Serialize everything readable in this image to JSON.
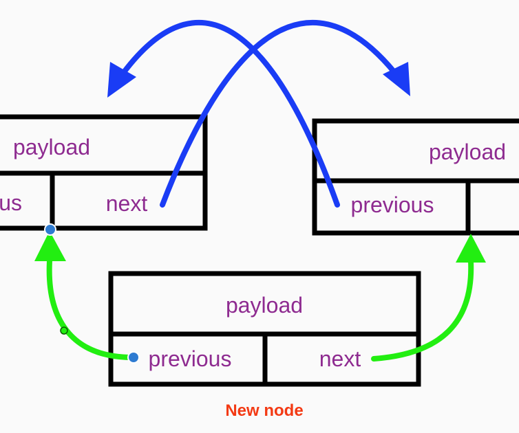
{
  "left_node": {
    "payload": "payload",
    "previous": "us",
    "next": "next"
  },
  "right_node": {
    "payload": "payload",
    "previous": "previous"
  },
  "new_node": {
    "payload": "payload",
    "previous": "previous",
    "next": "next",
    "caption": "New node"
  },
  "colors": {
    "label": "#8e2b90",
    "box": "#000000",
    "relink_arrow": "#1a3cf5",
    "new_link_arrow": "#22ee11",
    "point": "#2e7bd1",
    "caption": "#f33a14",
    "background": "#fafafa"
  }
}
